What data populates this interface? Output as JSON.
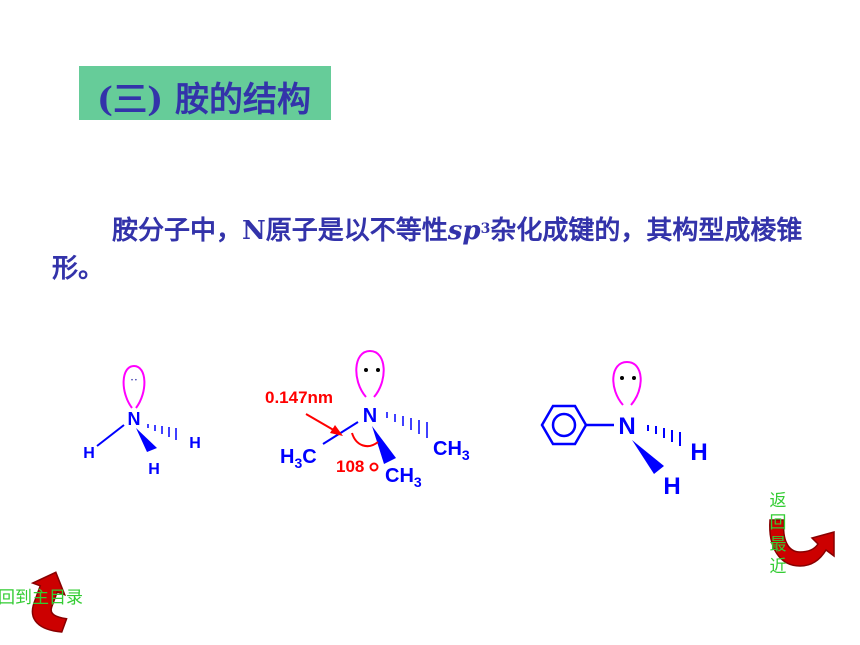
{
  "title": "(三) 胺的结构",
  "paragraph": {
    "part1": "胺分子中，N原子是以不等性",
    "italic": "sp",
    "superscript": "3",
    "part2": "杂化成键的，其构型成棱锥形。"
  },
  "molecules": {
    "ammonia": {
      "n": "N",
      "h1": "H",
      "h2": "H",
      "h3": "H",
      "lone_pair": "··"
    },
    "trimethylamine": {
      "n": "N",
      "left_group": "H3C",
      "right_group": "CH3",
      "bottom_group": "CH3",
      "bond_length": "0.147nm",
      "angle": "108",
      "degree_sign": "o"
    },
    "aniline": {
      "n": "N",
      "h1": "H",
      "h2": "H"
    }
  },
  "nav": {
    "main_menu_label": "回到主目录",
    "return_label": "返回最近"
  },
  "colors": {
    "title_bg": "#66cc99",
    "text": "#3333aa",
    "bond": "#0000ff",
    "annotation": "#ff0000",
    "orbital": "#ff00ff",
    "nav_text": "#33cc33",
    "nav_arrow": "#cc0000"
  }
}
